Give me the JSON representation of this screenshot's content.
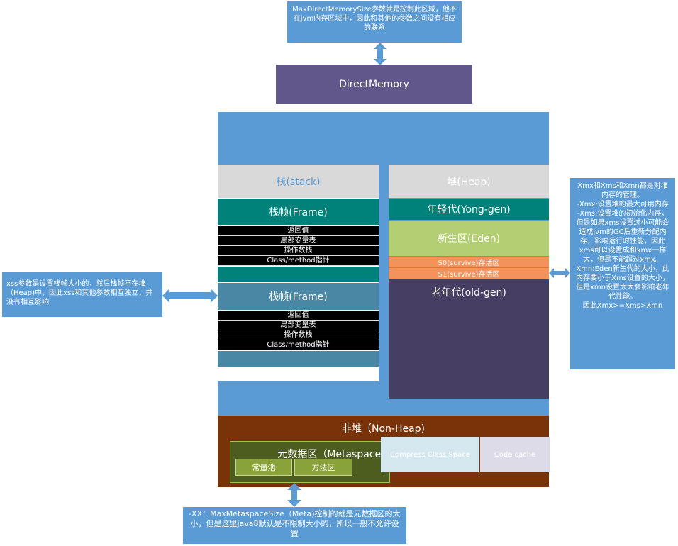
{
  "notes": {
    "direct_memory": "MaxDirectMemorySize参数就是控制此区域，他不在jvm内存区域中，因此和其他的参数之间没有相应的联系",
    "xss": "xss参数是设置栈帧大小的，然后栈帧不在堆（Heap)中，因此xss和其他参数相互独立，并没有相互影响",
    "heap": "Xmx和Xms和Xmn都是对堆内存的管理。\n-Xmx:设置堆的最大可用内存\n-Xms:设置堆的初始化内存，但是如果xms设置过小可能会造成jvm的GC后重新分配内存，影响运行时性能，因此xms可以设置成和xmx一样大，但是不能超过xmx。\nXmn:Eden新生代的大小，此内存要小于Xms设置的大小，但是xmn设置太大会影响老年代性能。\n因此Xmx>=Xms>Xmn",
    "metaspace": "-XX：MaxMetaspaceSize（Meta)控制的就是元数据区的大小，但是这里java8默认是不限制大小的，所以一般不允许设置"
  },
  "direct_memory_label": "DirectMemory",
  "stack": {
    "title": "栈(stack)",
    "frames": [
      {
        "label": "栈帧(Frame)",
        "rows": [
          "返回值",
          "局部变量表",
          "操作数栈",
          "Class/method指针"
        ]
      },
      {
        "label": "栈帧(Frame)",
        "rows": [
          "返回值",
          "局部变量表",
          "操作数栈",
          "Class/method指针"
        ]
      }
    ]
  },
  "heap": {
    "title": "堆(Heap)",
    "young": "年轻代(Yong-gen)",
    "eden": "新生区(Eden)",
    "s0": "S0(survive)存活区",
    "s1": "S1(survive)存活区",
    "old": "老年代(old-gen)"
  },
  "nonheap": {
    "title": "非堆（Non-Heap)",
    "metaspace": "元数据区（Metaspace)",
    "constant_pool": "常量池",
    "method_area": "方法区",
    "compress_class_space": "Compress Class Space",
    "code_cache": "Code cache"
  },
  "colors": {
    "note": "#5b9bd5",
    "direct_memory": "#62578a",
    "jvm_outer": "#5b9bd5",
    "section_header": "#d9d9d9",
    "teal": "#00827a",
    "frame2": "#4a87a5",
    "eden": "#b4cf73",
    "survive": "#f4925c",
    "old_gen": "#463f63",
    "nonheap": "#7a3208",
    "metaspace": "#4d5d1f",
    "metaspace_btn": "#89a33a",
    "compress": "#d6e8ef",
    "code_cache": "#dedbe9"
  }
}
